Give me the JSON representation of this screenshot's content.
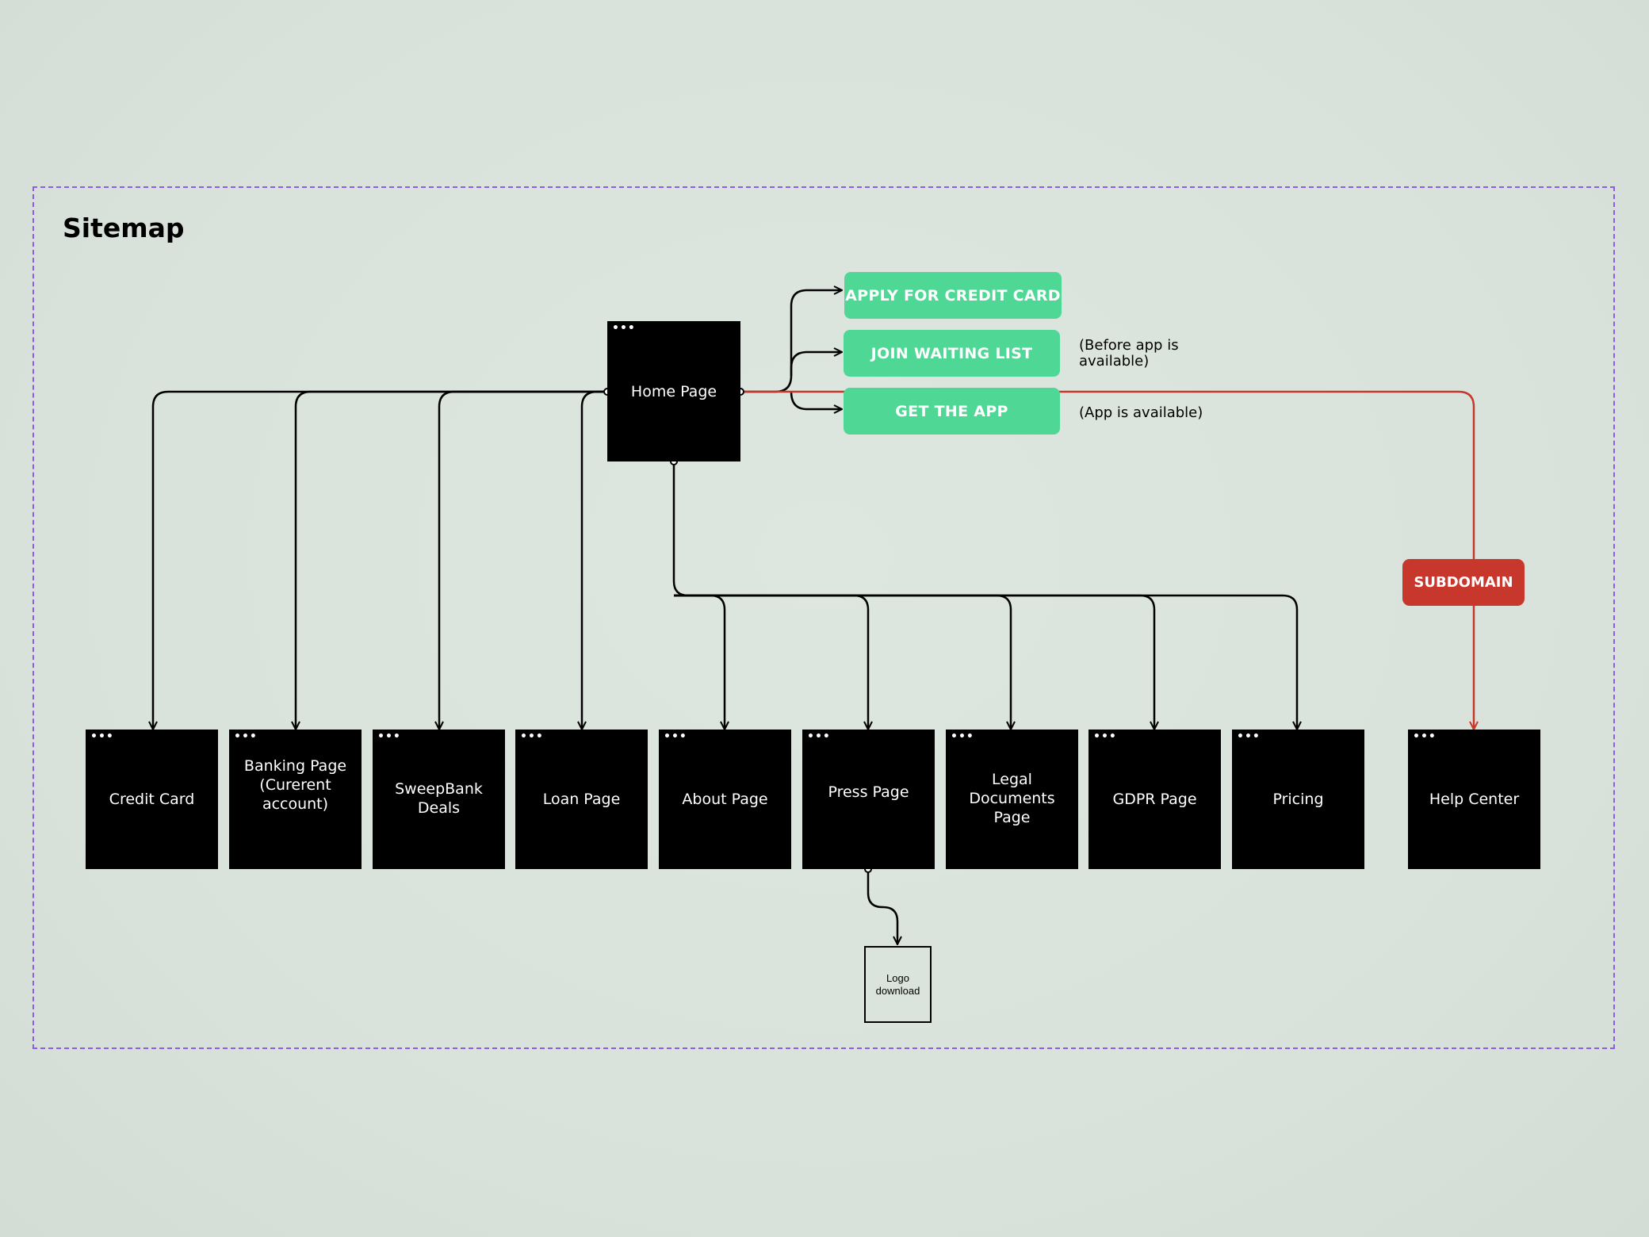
{
  "title": "Sitemap",
  "home": {
    "label": "Home Page"
  },
  "ctas": [
    {
      "label": "APPLY FOR CREDIT CARD",
      "note": ""
    },
    {
      "label": "JOIN WAITING LIST",
      "note": "(Before app is\navailable)"
    },
    {
      "label": "GET THE APP",
      "note": "(App is available)"
    }
  ],
  "pages": [
    {
      "label": "Credit Card"
    },
    {
      "label": "Banking Page\n(Curerent\naccount)"
    },
    {
      "label": "SweepBank\nDeals"
    },
    {
      "label": "Loan Page"
    },
    {
      "label": "About Page"
    },
    {
      "label": "Press Page"
    },
    {
      "label": "Legal\nDocuments\nPage"
    },
    {
      "label": "GDPR Page"
    },
    {
      "label": "Pricing"
    }
  ],
  "subdomain": {
    "label": "SUBDOMAIN",
    "color": "#c8372b"
  },
  "help_center": {
    "label": "Help Center"
  },
  "logo_download": {
    "label": "Logo\ndownload"
  },
  "colors": {
    "cta": "#4fd895",
    "frame": "#8c5cf0",
    "node": "#000000",
    "subdomain_wire": "#c8372b"
  }
}
